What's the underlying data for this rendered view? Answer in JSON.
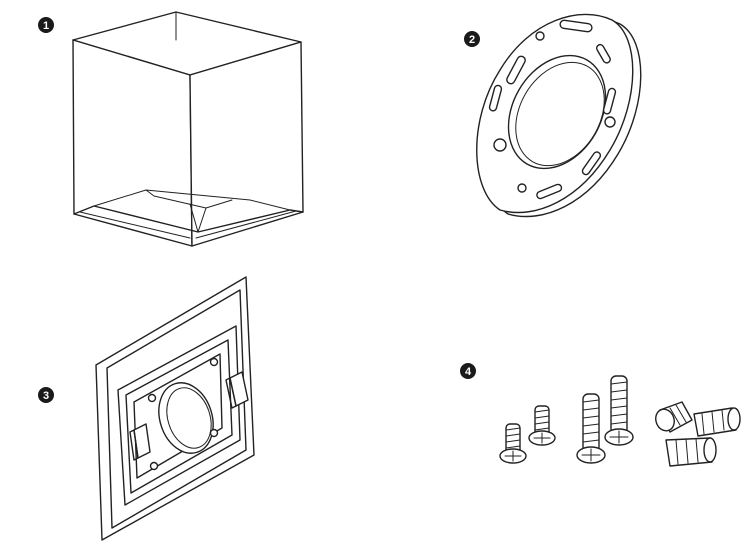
{
  "parts": [
    {
      "number": "1",
      "icon": "lamp-housing-icon"
    },
    {
      "number": "2",
      "icon": "mounting-plate-icon"
    },
    {
      "number": "3",
      "icon": "wall-backplate-icon"
    },
    {
      "number": "4",
      "icon": "screws-and-wire-nuts-icon"
    }
  ],
  "colors": {
    "line": "#222222",
    "badge": "#1a1a1a",
    "background": "#ffffff"
  }
}
